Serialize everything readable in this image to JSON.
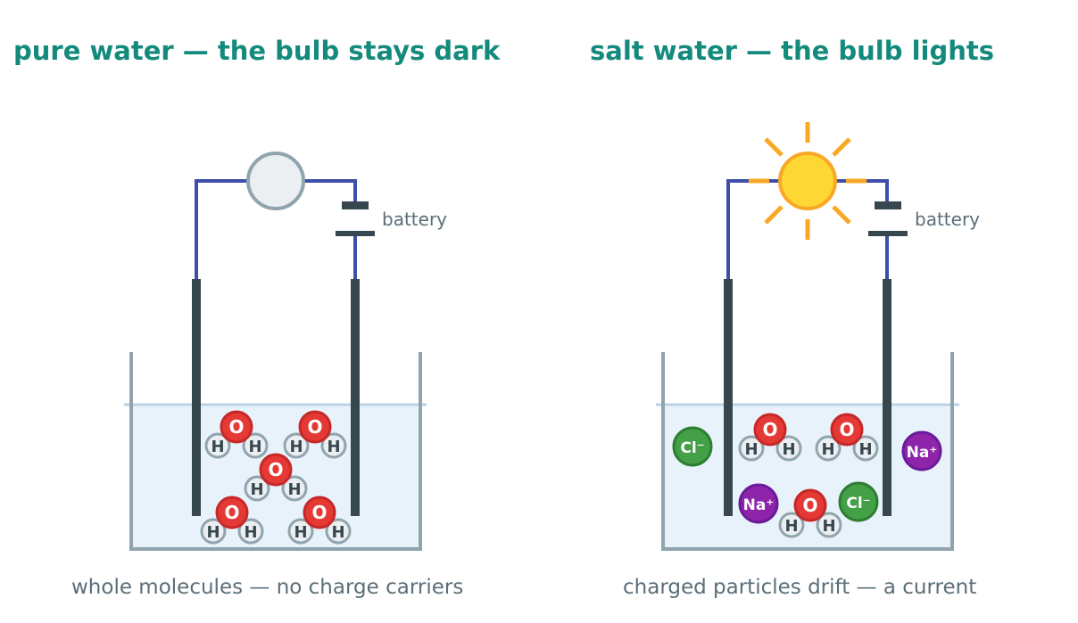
{
  "left": {
    "title": "pure water — the bulb stays dark",
    "caption": "whole molecules — no charge carriers",
    "battery_label": "battery"
  },
  "right": {
    "title": "salt water — the bulb lights",
    "caption": "charged particles drift — a current",
    "battery_label": "battery"
  },
  "atoms": {
    "oxygen": "O",
    "hydrogen": "H",
    "sodium_ion": "Na⁺",
    "chloride_ion": "Cl⁻"
  },
  "colors": {
    "title": "#138a7c",
    "caption": "#5b6e78",
    "wire": "#3f4ea8",
    "electrode": "#37474f",
    "water": "#e8f2fb",
    "beaker": "#90a4ae",
    "oxygen": "#e53935",
    "hydrogen": "#eceff1",
    "sodium": "#8e24aa",
    "chloride": "#43a047",
    "bulb_off": "#eceff1",
    "bulb_on": "#fdd835",
    "rays": "#f9a825"
  }
}
